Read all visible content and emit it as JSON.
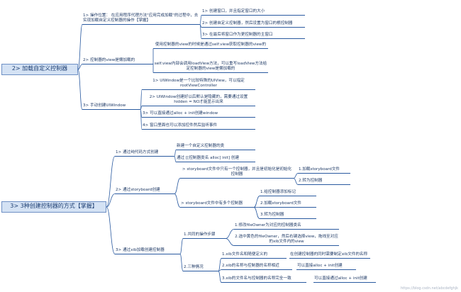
{
  "root1": {
    "title": "2> 加载自定义控制器",
    "branches": [
      {
        "label": "1> 操作位置： 在应用程序代理方法\"应用完成加载\"的过程中，去实现加载自定义控制器的操作【掌握】",
        "children": [
          "1> 创建窗口，并且指定窗口的大小",
          "2> 创建自定义控制器，然后设置为窗口的根控制器",
          "3> 在最后将窗口作为更控制器的主窗口"
        ]
      },
      {
        "label": "2> 控制器的view是懒加载的",
        "children": [
          "使用控制器的view的时候是通过self.view获取控制器的view的",
          "self.view内部会调用loadView方法，可以重写loadView方法给定控制器的view是懒加载的"
        ]
      },
      {
        "label": "3> 手动创建UIWindow",
        "children": [
          "1> UIWindow是一个比较特殊的UIView，可以指定rootViewController",
          "2> UIWindow创建好以后默认是隐藏的，需要通过设置 hidden = NO才能显示出来",
          "3> 可以直接通过alloc + init创建window",
          "4> 窗口里面也可以添加控件然后监听事件"
        ]
      }
    ]
  },
  "root2": {
    "title": "3> 3种创建控制器的方式【掌握】",
    "branches": [
      {
        "label": "1> 通过纯代码方式创建",
        "children": [
          "新建一个自定义控制器的类",
          "通过 [[控制器类名 alloc] init] 创建"
        ]
      },
      {
        "label": "2> 通过storyboard创建",
        "subs": [
          {
            "label": "> storyboard文件中只有一个控制器，并且是初始化是初始化控制器",
            "children": [
              "1.加载storyboard文件",
              "2.转为控制器"
            ]
          },
          {
            "label": "> storyboard文件中有多个控制器",
            "children": [
              "1.给控制器添加标记",
              "2.加载storyboard文件",
              "3.转为控制器"
            ]
          }
        ]
      },
      {
        "label": "3> 通过xib加载创建控制器",
        "subs": [
          {
            "label": "1.共同的操作步骤",
            "children": [
              "1.修改fileOwner为对应的控制器类名",
              "2.选中黄色的fileOwner，然后右键选择view，拖线至对应的xib文件内的view"
            ]
          },
          {
            "label": "2.三种情况",
            "children": [
              {
                "label": "1.xib文件名和随便定义的",
                "note": "在创建控制器的同时需要制定xib文件的名称"
              },
              {
                "label": "2.xib的名称与控制器的名称相近",
                "note": "可以直接alloc + init创建"
              },
              {
                "label": "3.xib的文件名与控制器的名称完全一致",
                "note": "可以直接通过alloc + init创建"
              }
            ]
          }
        ]
      }
    ]
  },
  "watermark": "https://blog.csdn.net/abcdefghjk"
}
